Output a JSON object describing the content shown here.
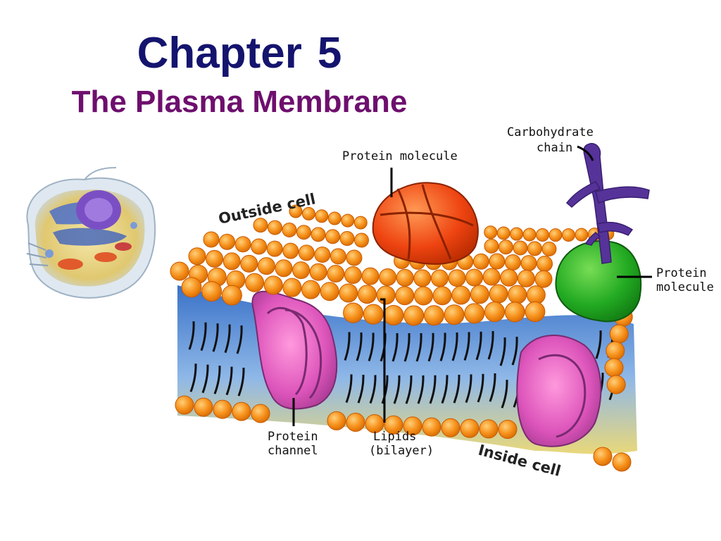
{
  "slide": {
    "title_word": "Chapter",
    "title_number": "5",
    "subtitle": "The Plasma Membrane"
  },
  "colors": {
    "title": "#14146e",
    "subtitle": "#6e0f6e",
    "lipid_head": "#f7931e",
    "lipid_head_dark": "#c85a00",
    "channel_protein": "#cc44aa",
    "surface_protein": "#ee5511",
    "globular_protein": "#22aa22",
    "carbohydrate": "#553399",
    "tails_region": "#5a8fd6"
  },
  "diagram": {
    "labels": {
      "outside": "Outside cell",
      "inside": "Inside cell",
      "protein_molecule_top": "Protein molecule",
      "carbohydrate_line1": "Carbohydrate",
      "carbohydrate_line2": "chain",
      "protein_molecule_right_line1": "Protein",
      "protein_molecule_right_line2": "molecule",
      "protein_channel_line1": "Protein",
      "protein_channel_line2": "channel",
      "lipids_line1": "Lipids",
      "lipids_line2": "(bilayer)"
    }
  }
}
